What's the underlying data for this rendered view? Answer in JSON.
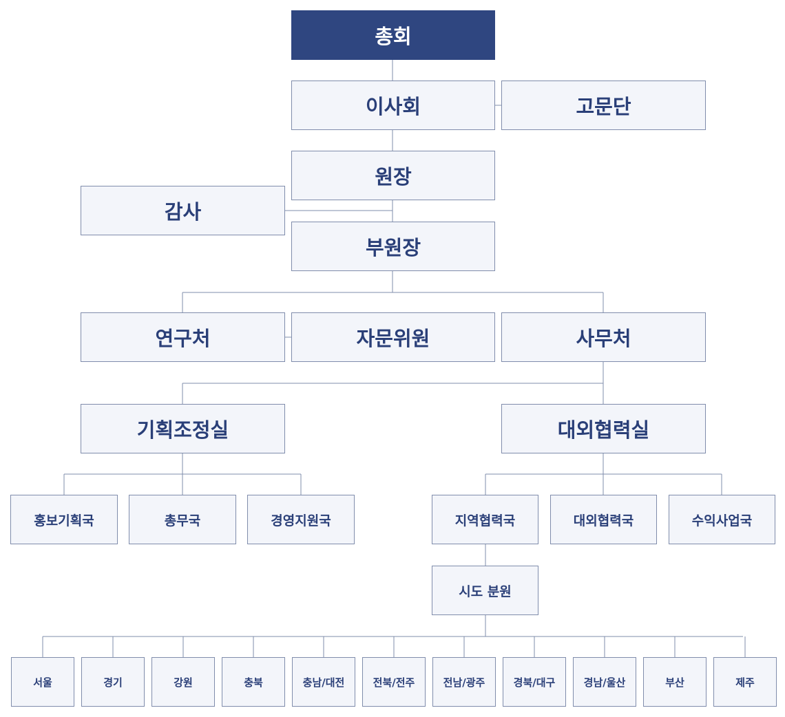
{
  "org": {
    "general_assembly": "총회",
    "board": "이사회",
    "advisory_group": "고문단",
    "president": "원장",
    "auditor": "감사",
    "vice_president": "부원장",
    "research_division": "연구처",
    "advisory_committee": "자문위원",
    "secretariat": "사무처",
    "planning_office": "기획조정실",
    "external_office": "대외협력실",
    "pr_planning": "홍보기획국",
    "general_affairs": "총무국",
    "management_support": "경영지원국",
    "regional_cooperation": "지역협력국",
    "external_cooperation": "대외협력국",
    "revenue_business": "수익사업국",
    "branches": "시도 분원",
    "regions": [
      "서울",
      "경기",
      "강원",
      "충북",
      "충남/대전",
      "전북/전주",
      "전남/광주",
      "경북/대구",
      "경남/울산",
      "부산",
      "제주"
    ]
  },
  "colors": {
    "header_fill": "#2f4680",
    "box_fill": "#f3f5fa",
    "border": "#7f8cab",
    "text": "#2a3f78"
  }
}
